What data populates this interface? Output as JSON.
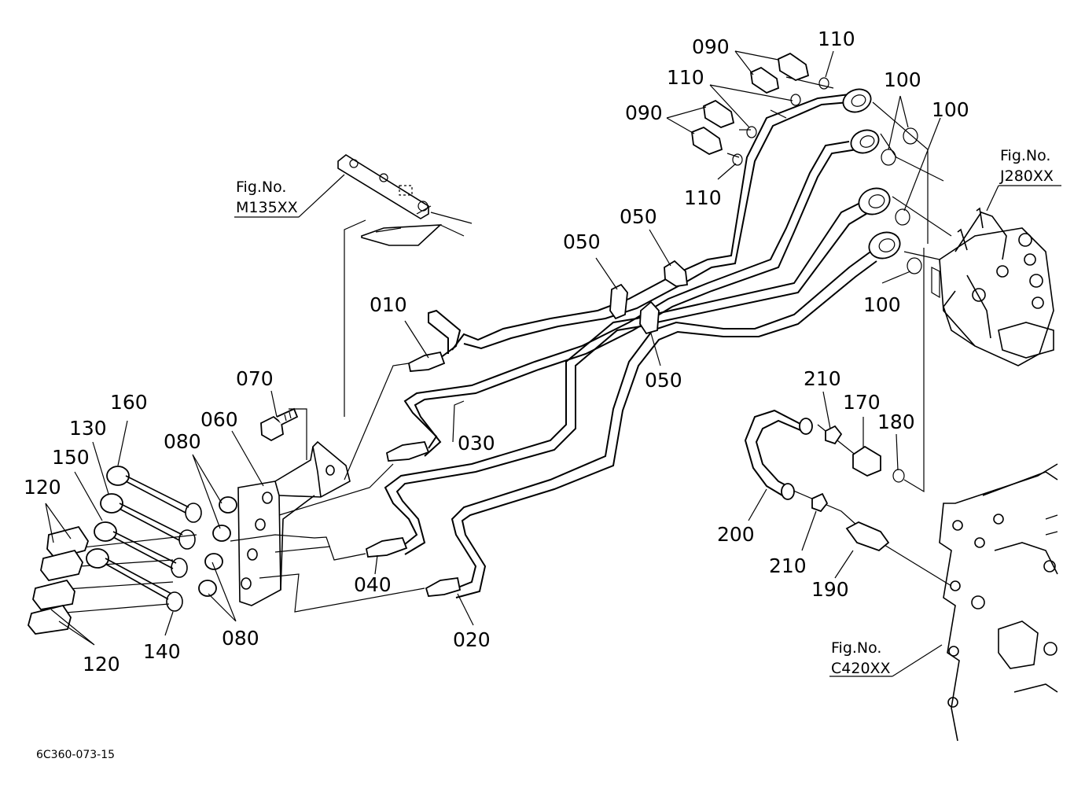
{
  "labels": {
    "p010": "010",
    "p020": "020",
    "p030": "030",
    "p040": "040",
    "p050": "050",
    "p060": "060",
    "p070": "070",
    "p080": "080",
    "p090": "090",
    "p100": "100",
    "p110": "110",
    "p120": "120",
    "p130": "130",
    "p140": "140",
    "p150": "150",
    "p160": "160",
    "p170": "170",
    "p180": "180",
    "p190": "190",
    "p200": "200",
    "p210": "210"
  },
  "fig_refs": {
    "m135": {
      "line1": "Fig.No.",
      "line2": "M135XX"
    },
    "j280": {
      "line1": "Fig.No.",
      "line2": "J280XX"
    },
    "c420": {
      "line1": "Fig.No.",
      "line2": "C420XX"
    }
  },
  "drawing_code": "6C360-073-15"
}
